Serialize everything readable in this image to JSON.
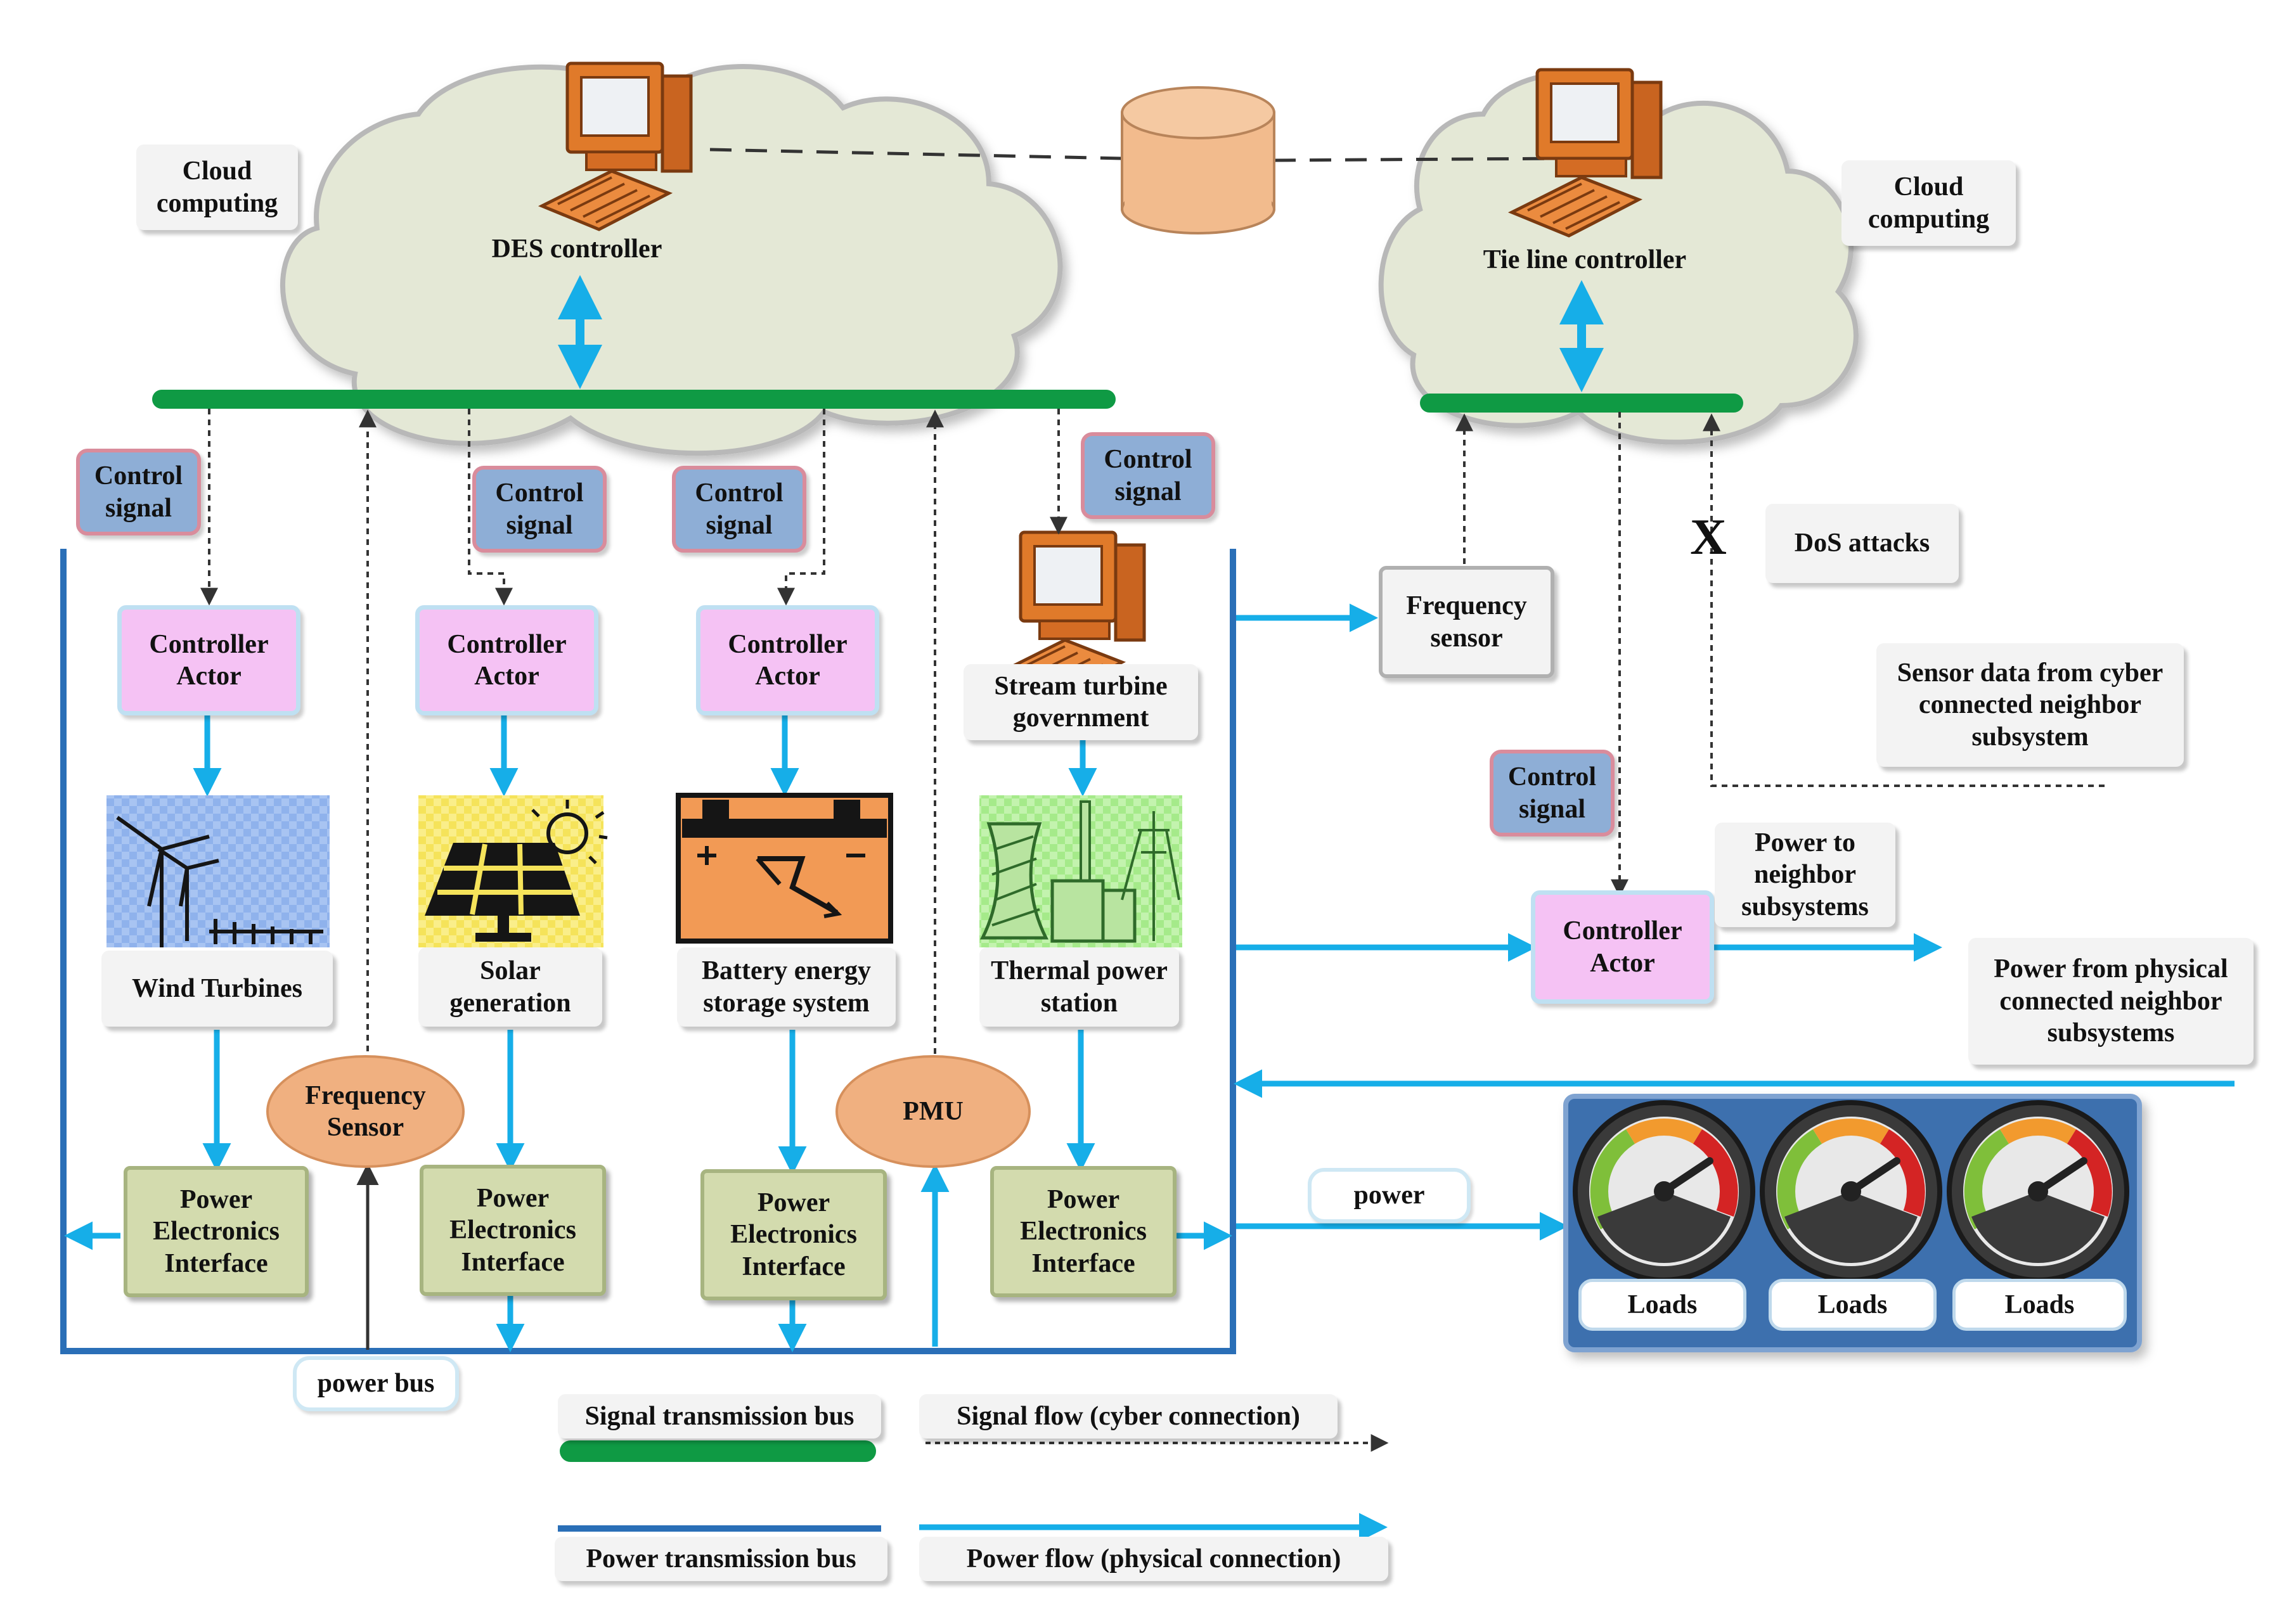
{
  "cloud_left": {
    "label": "Cloud computing",
    "controller": "DES controller"
  },
  "cloud_right": {
    "label": "Cloud computing",
    "controller": "Tie line controller"
  },
  "control_signal": "Control signal",
  "controller_actor": "Controller Actor",
  "sources": {
    "wind": "Wind Turbines",
    "solar": "Solar generation",
    "battery": "Battery energy storage system",
    "thermal": "Thermal power station"
  },
  "stream_turbine": "Stream turbine government",
  "pe_interface": "Power Electronics Interface",
  "frequency_sensor_ellipse": "Frequency Sensor",
  "pmu": "PMU",
  "frequency_sensor_box": "Frequency sensor",
  "dos": {
    "mark": "X",
    "label": "DoS attacks"
  },
  "sensor_data": "Sensor data from cyber connected neighbor subsystem",
  "power_to_neighbor": "Power to neighbor subsystems",
  "power_from_neighbor": "Power from physical connected neighbor subsystems",
  "power_label": "power",
  "power_bus": "power bus",
  "loads": [
    "Loads",
    "Loads",
    "Loads"
  ],
  "legend": {
    "signal_bus": "Signal transmission bus",
    "signal_flow": "Signal flow (cyber connection)",
    "power_bus": "Power transmission bus",
    "power_flow": "Power flow (physical  connection)"
  },
  "colors": {
    "signal_bus": "#0f9a44",
    "power_flow": "#16aee8",
    "power_bus": "#2a6fb7",
    "cloud": "#e4e8d6",
    "database": "#f2bb8d",
    "loads_panel": "#3d6fae"
  }
}
